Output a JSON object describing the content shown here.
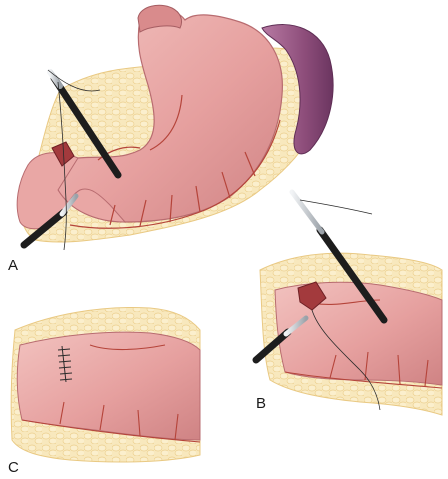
{
  "figure": {
    "panels": [
      {
        "id": "a",
        "label": "A"
      },
      {
        "id": "b",
        "label": "B"
      },
      {
        "id": "c",
        "label": "C"
      }
    ]
  },
  "colors": {
    "omentum": "#f6e3b2",
    "omentum_edge": "#e9c983",
    "stomach": "#e7a0a0",
    "stomach_light": "#f2c2bf",
    "stomach_dark": "#c9777a",
    "spleen": "#8d4d7a",
    "spleen_light": "#b77aa3",
    "vessel": "#b5443a",
    "wound": "#a33a3d",
    "instrument": "#1d1d1d",
    "instrument_tip": "#d7dbe0",
    "suture": "#2b2b2b"
  }
}
